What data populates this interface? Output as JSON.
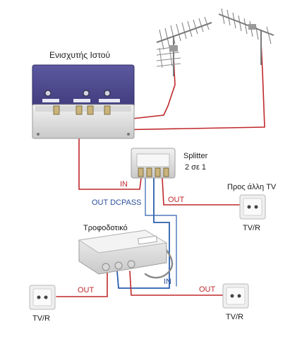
{
  "labels": {
    "amplifier_title": "Ενισχυτής Ιστού",
    "splitter_title_1": "Splitter",
    "splitter_title_2": "2 σε 1",
    "other_tv": "Προς άλλη TV",
    "power_supply_title": "Τροφοδοτικό",
    "in_splitter": "IN",
    "out_splitter": "OUT",
    "out_dcpass": "OUT DCPASS",
    "in_power": "IN",
    "out_left": "OUT",
    "out_right": "OUT",
    "tvr_top_right": "TV/R",
    "tvr_left": "TV/R",
    "tvr_right": "TV/R"
  },
  "colors": {
    "red_cable": "#c0282b",
    "blue_cable": "#2a5fae",
    "amplifier_panel": "#4e4a8e",
    "device_body": "#e6e6e6"
  },
  "icons": {
    "antenna": "yagi-antenna-icon",
    "wall_socket": "tv-wall-socket-icon"
  }
}
